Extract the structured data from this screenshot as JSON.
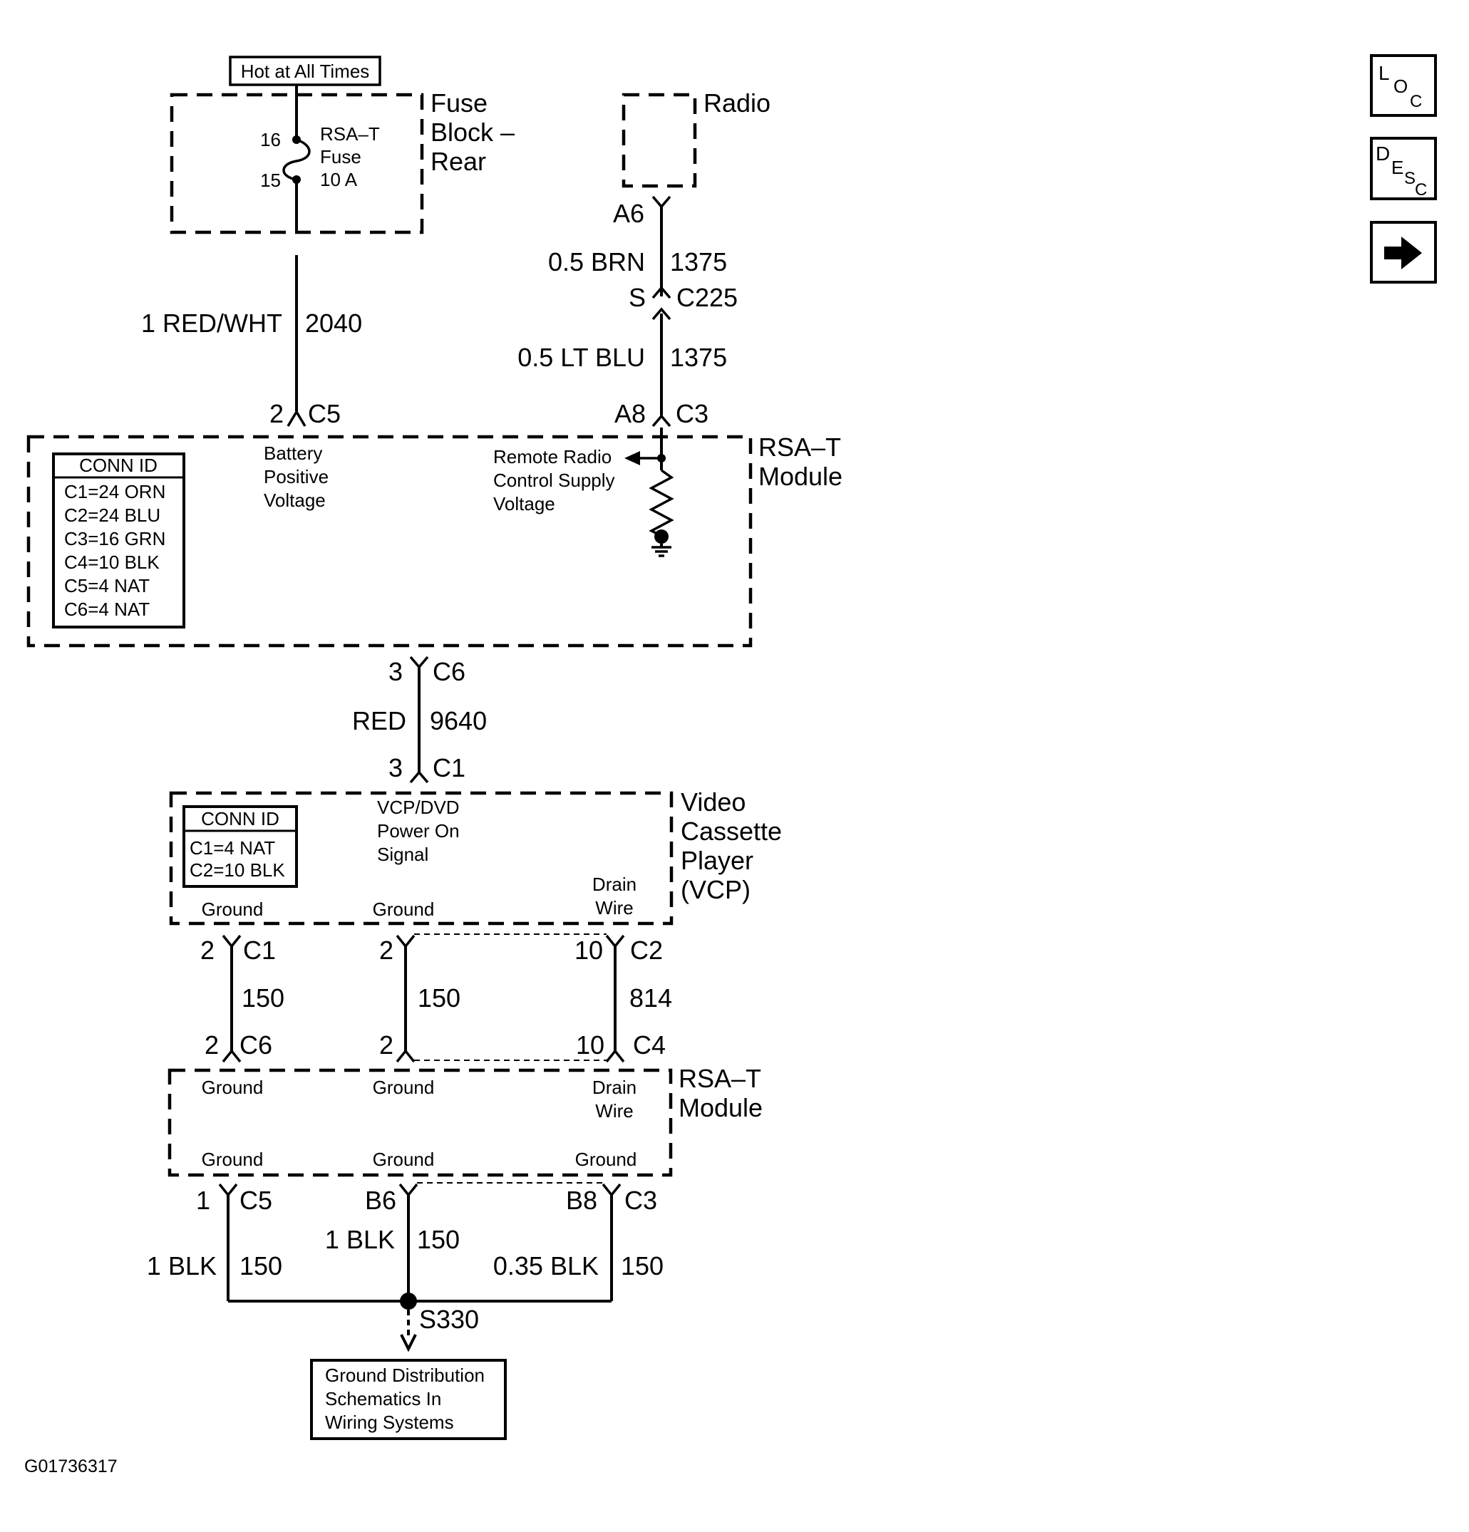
{
  "power": {
    "hot_label": "Hot at All Times"
  },
  "fuse_block": {
    "title_lines": [
      "Fuse",
      "Block –",
      "Rear"
    ],
    "pin_top": "16",
    "pin_bottom": "15",
    "fuse_lines": [
      "RSA–T",
      "Fuse",
      "10 A"
    ]
  },
  "radio": {
    "title": "Radio"
  },
  "wires": {
    "fuse_to_module": {
      "gauge_color": "1 RED/WHT",
      "circuit": "2040",
      "pin": "2",
      "connector": "C5"
    },
    "radio_to_c225": {
      "pin": "A6",
      "gauge_color": "0.5 BRN",
      "circuit": "1375"
    },
    "splice_c225": {
      "side": "S",
      "connector": "C225"
    },
    "c225_to_module": {
      "gauge_color": "0.5 LT BLU",
      "circuit": "1375",
      "pin": "A8",
      "connector": "C3"
    },
    "module_to_vcp": {
      "top_pin": "3",
      "top_connector": "C6",
      "color": "RED",
      "circuit": "9640",
      "bottom_pin": "3",
      "bottom_connector": "C1"
    },
    "vcp_ground_left": {
      "top_pin": "2",
      "top_connector": "C1",
      "circuit": "150",
      "bottom_pin": "2",
      "bottom_connector": "C6"
    },
    "vcp_ground_mid": {
      "top_pin": "2",
      "circuit": "150",
      "bottom_pin": "2"
    },
    "vcp_drain": {
      "top_pin": "10",
      "top_connector": "C2",
      "circuit": "814",
      "bottom_pin": "10",
      "bottom_connector": "C4"
    },
    "ground_left": {
      "pin": "1",
      "connector": "C5",
      "gauge_color": "1 BLK",
      "circuit": "150"
    },
    "ground_mid": {
      "pin": "B6",
      "gauge_color": "1 BLK",
      "circuit": "150"
    },
    "ground_right": {
      "pin": "B8",
      "connector": "C3",
      "gauge_color": "0.35 BLK",
      "circuit": "150"
    },
    "splice": "S330"
  },
  "rsa_module_top": {
    "title_lines": [
      "RSA–T",
      "Module"
    ],
    "battery_lines": [
      "Battery",
      "Positive",
      "Voltage"
    ],
    "remote_lines": [
      "Remote Radio",
      "Control Supply",
      "Voltage"
    ],
    "conn_id": {
      "header": "CONN ID",
      "rows": [
        "C1=24 ORN",
        "C2=24 BLU",
        "C3=16 GRN",
        "C4=10 BLK",
        "C5=4 NAT",
        "C6=4 NAT"
      ]
    }
  },
  "vcp": {
    "title_lines": [
      "Video",
      "Cassette",
      "Player",
      "(VCP)"
    ],
    "signal_lines": [
      "VCP/DVD",
      "Power On",
      "Signal"
    ],
    "ground_left": "Ground",
    "ground_mid": "Ground",
    "drain_lines": [
      "Drain",
      "Wire"
    ],
    "conn_id": {
      "header": "CONN ID",
      "rows": [
        "C1=4 NAT",
        "C2=10 BLK"
      ]
    }
  },
  "rsa_module_bottom": {
    "title_lines": [
      "RSA–T",
      "Module"
    ],
    "top_left": "Ground",
    "top_mid": "Ground",
    "drain_lines": [
      "Drain",
      "Wire"
    ],
    "bottom_left": "Ground",
    "bottom_mid": "Ground",
    "bottom_right": "Ground"
  },
  "ground_ref": {
    "lines": [
      "Ground Distribution",
      "Schematics In",
      "Wiring Systems"
    ]
  },
  "nav": {
    "loc": {
      "big": "L",
      "mid": "O",
      "small": "C"
    },
    "desc": {
      "big": "D",
      "mid": "E",
      "mid2": "S",
      "small": "C"
    }
  },
  "figure_id": "G01736317"
}
